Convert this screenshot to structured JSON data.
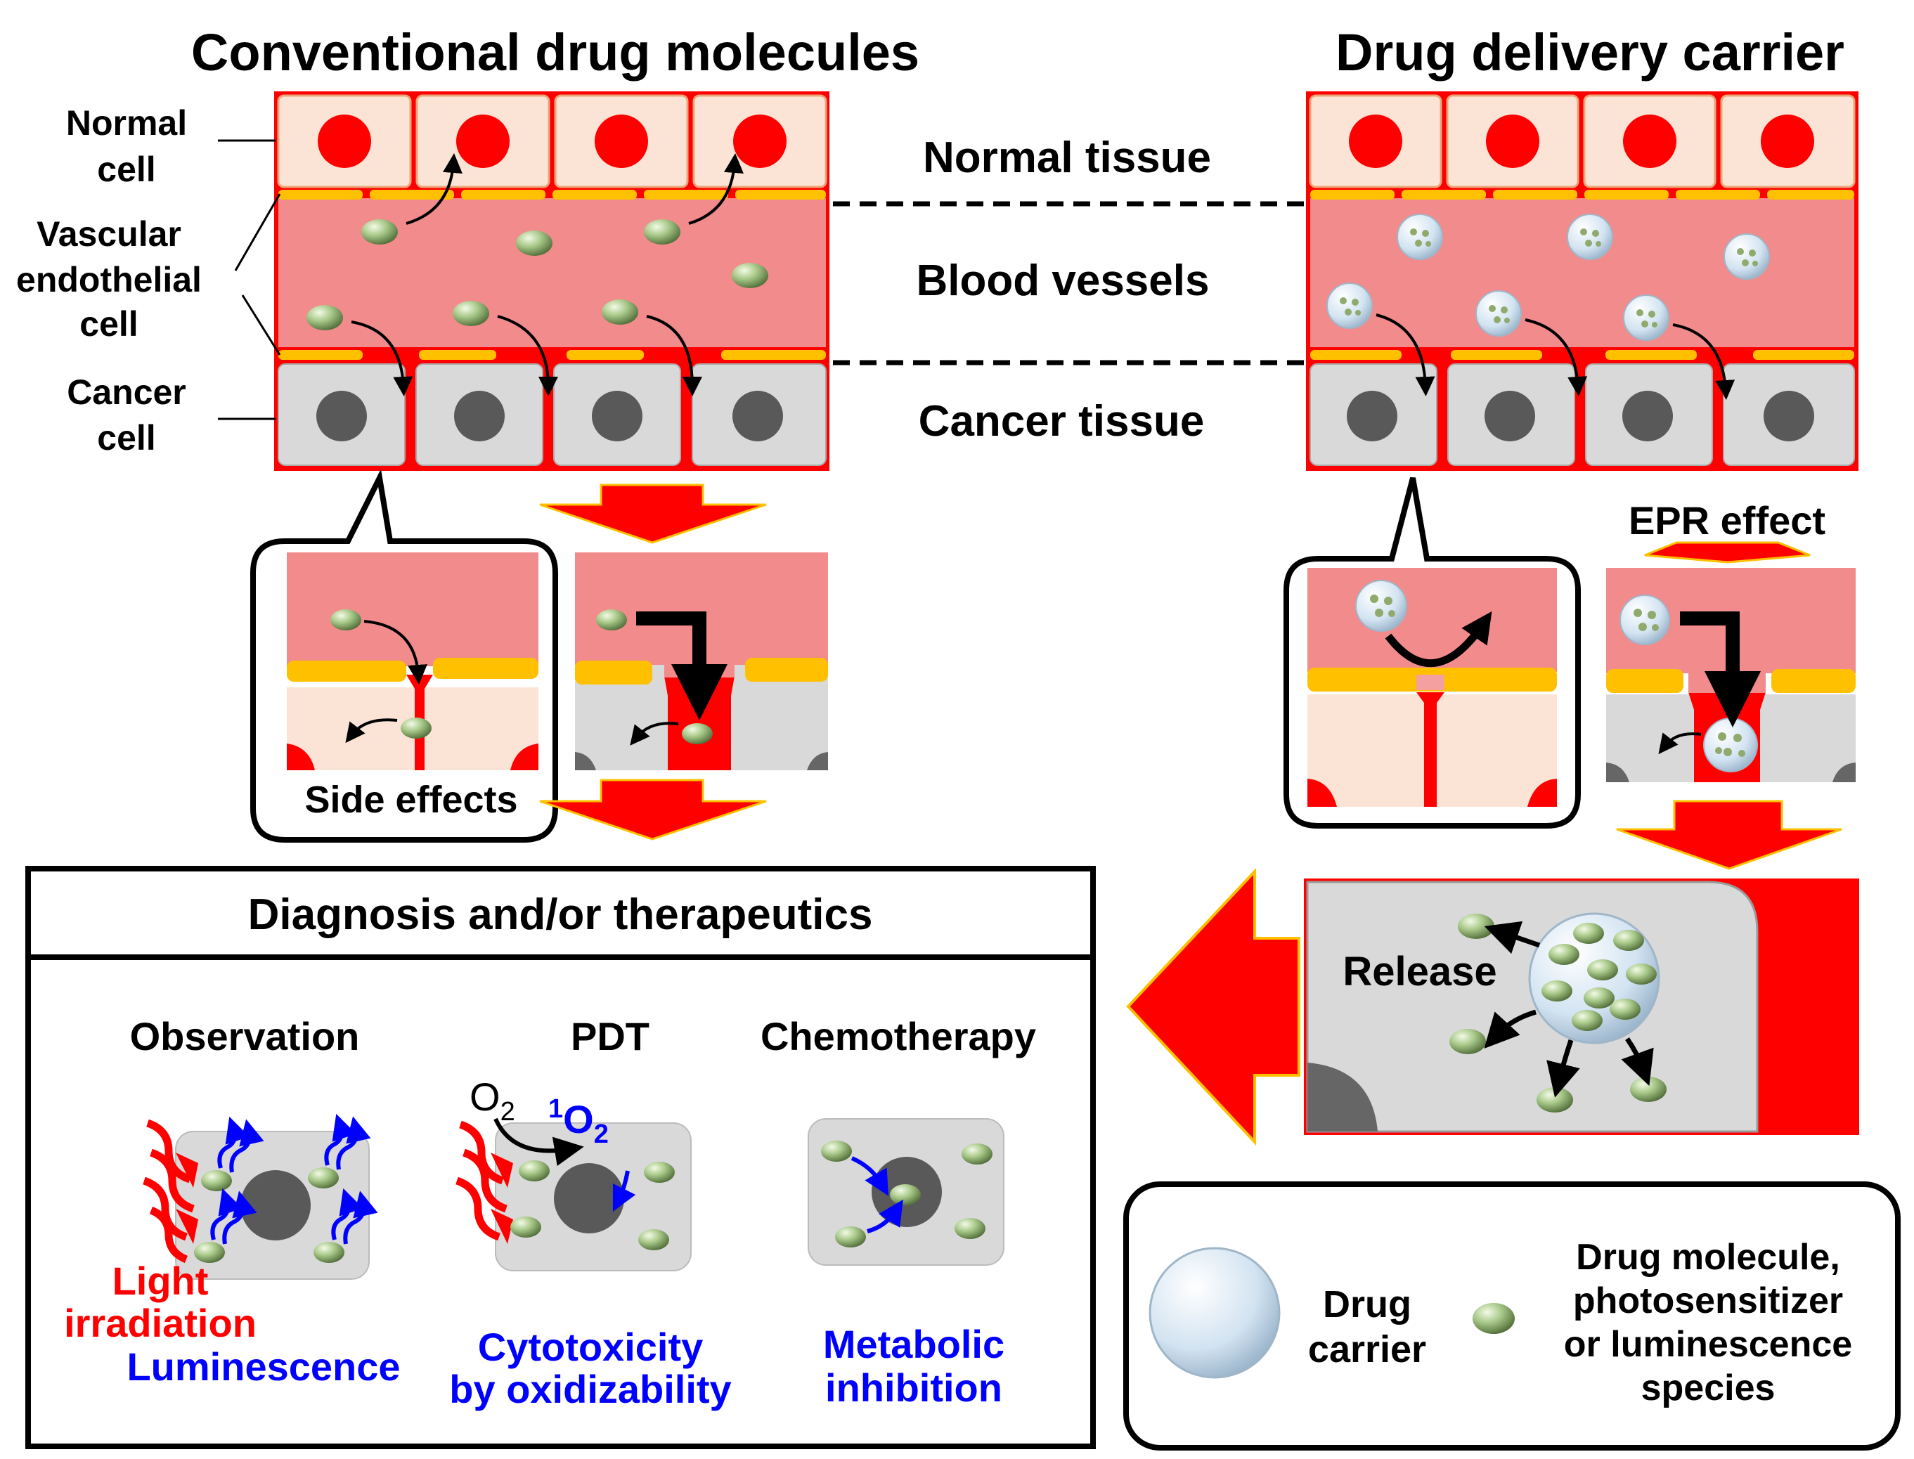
{
  "titles": {
    "conventional": "Conventional drug molecules",
    "carrier": "Drug delivery carrier"
  },
  "left_labels": {
    "normal_1": "Normal",
    "normal_2": "cell",
    "vascular_1": "Vascular",
    "vascular_2": "endothelial",
    "vascular_3": "cell",
    "cancer_1": "Cancer",
    "cancer_2": "cell"
  },
  "middle_labels": {
    "normal_tissue": "Normal tissue",
    "blood_vessels": "Blood vessels",
    "cancer_tissue": "Cancer tissue"
  },
  "callouts": {
    "side_effects": "Side effects",
    "epr": "EPR effect",
    "release": "Release"
  },
  "dx": {
    "title": "Diagnosis and/or therapeutics",
    "observation": "Observation",
    "pdt": "PDT",
    "chemo": "Chemotherapy",
    "light_1": "Light",
    "light_2": "irradiation",
    "luminescence": "Luminescence",
    "o2_main": "O",
    "o2_sub": "2",
    "so_sup": "1",
    "so_main": "O",
    "so_sub": "2",
    "cyto_1": "Cytotoxicity",
    "cyto_2": "by oxidizability",
    "meta_1": "Metabolic",
    "meta_2": "inhibition"
  },
  "legend": {
    "carrier_1": "Drug",
    "carrier_2": "carrier",
    "species_1": "Drug molecule,",
    "species_2": "photosensitizer",
    "species_3": "or luminescence",
    "species_4": "species"
  },
  "colors": {
    "red": "#ff0000",
    "normal_cell": "#fbe4d6",
    "blood": "#f28b8b",
    "endothelial": "#ffc000",
    "cancer_cell": "#d9d9d9",
    "nucleus": "#595959",
    "drug": "#8faa6c",
    "carrier": "#cfe0ee",
    "blue_text": "#0000ff"
  },
  "icons": {
    "drug_molecule": "green-sphere-icon",
    "drug_carrier": "translucent-sphere-icon",
    "arrow": "block-arrow-icon"
  }
}
